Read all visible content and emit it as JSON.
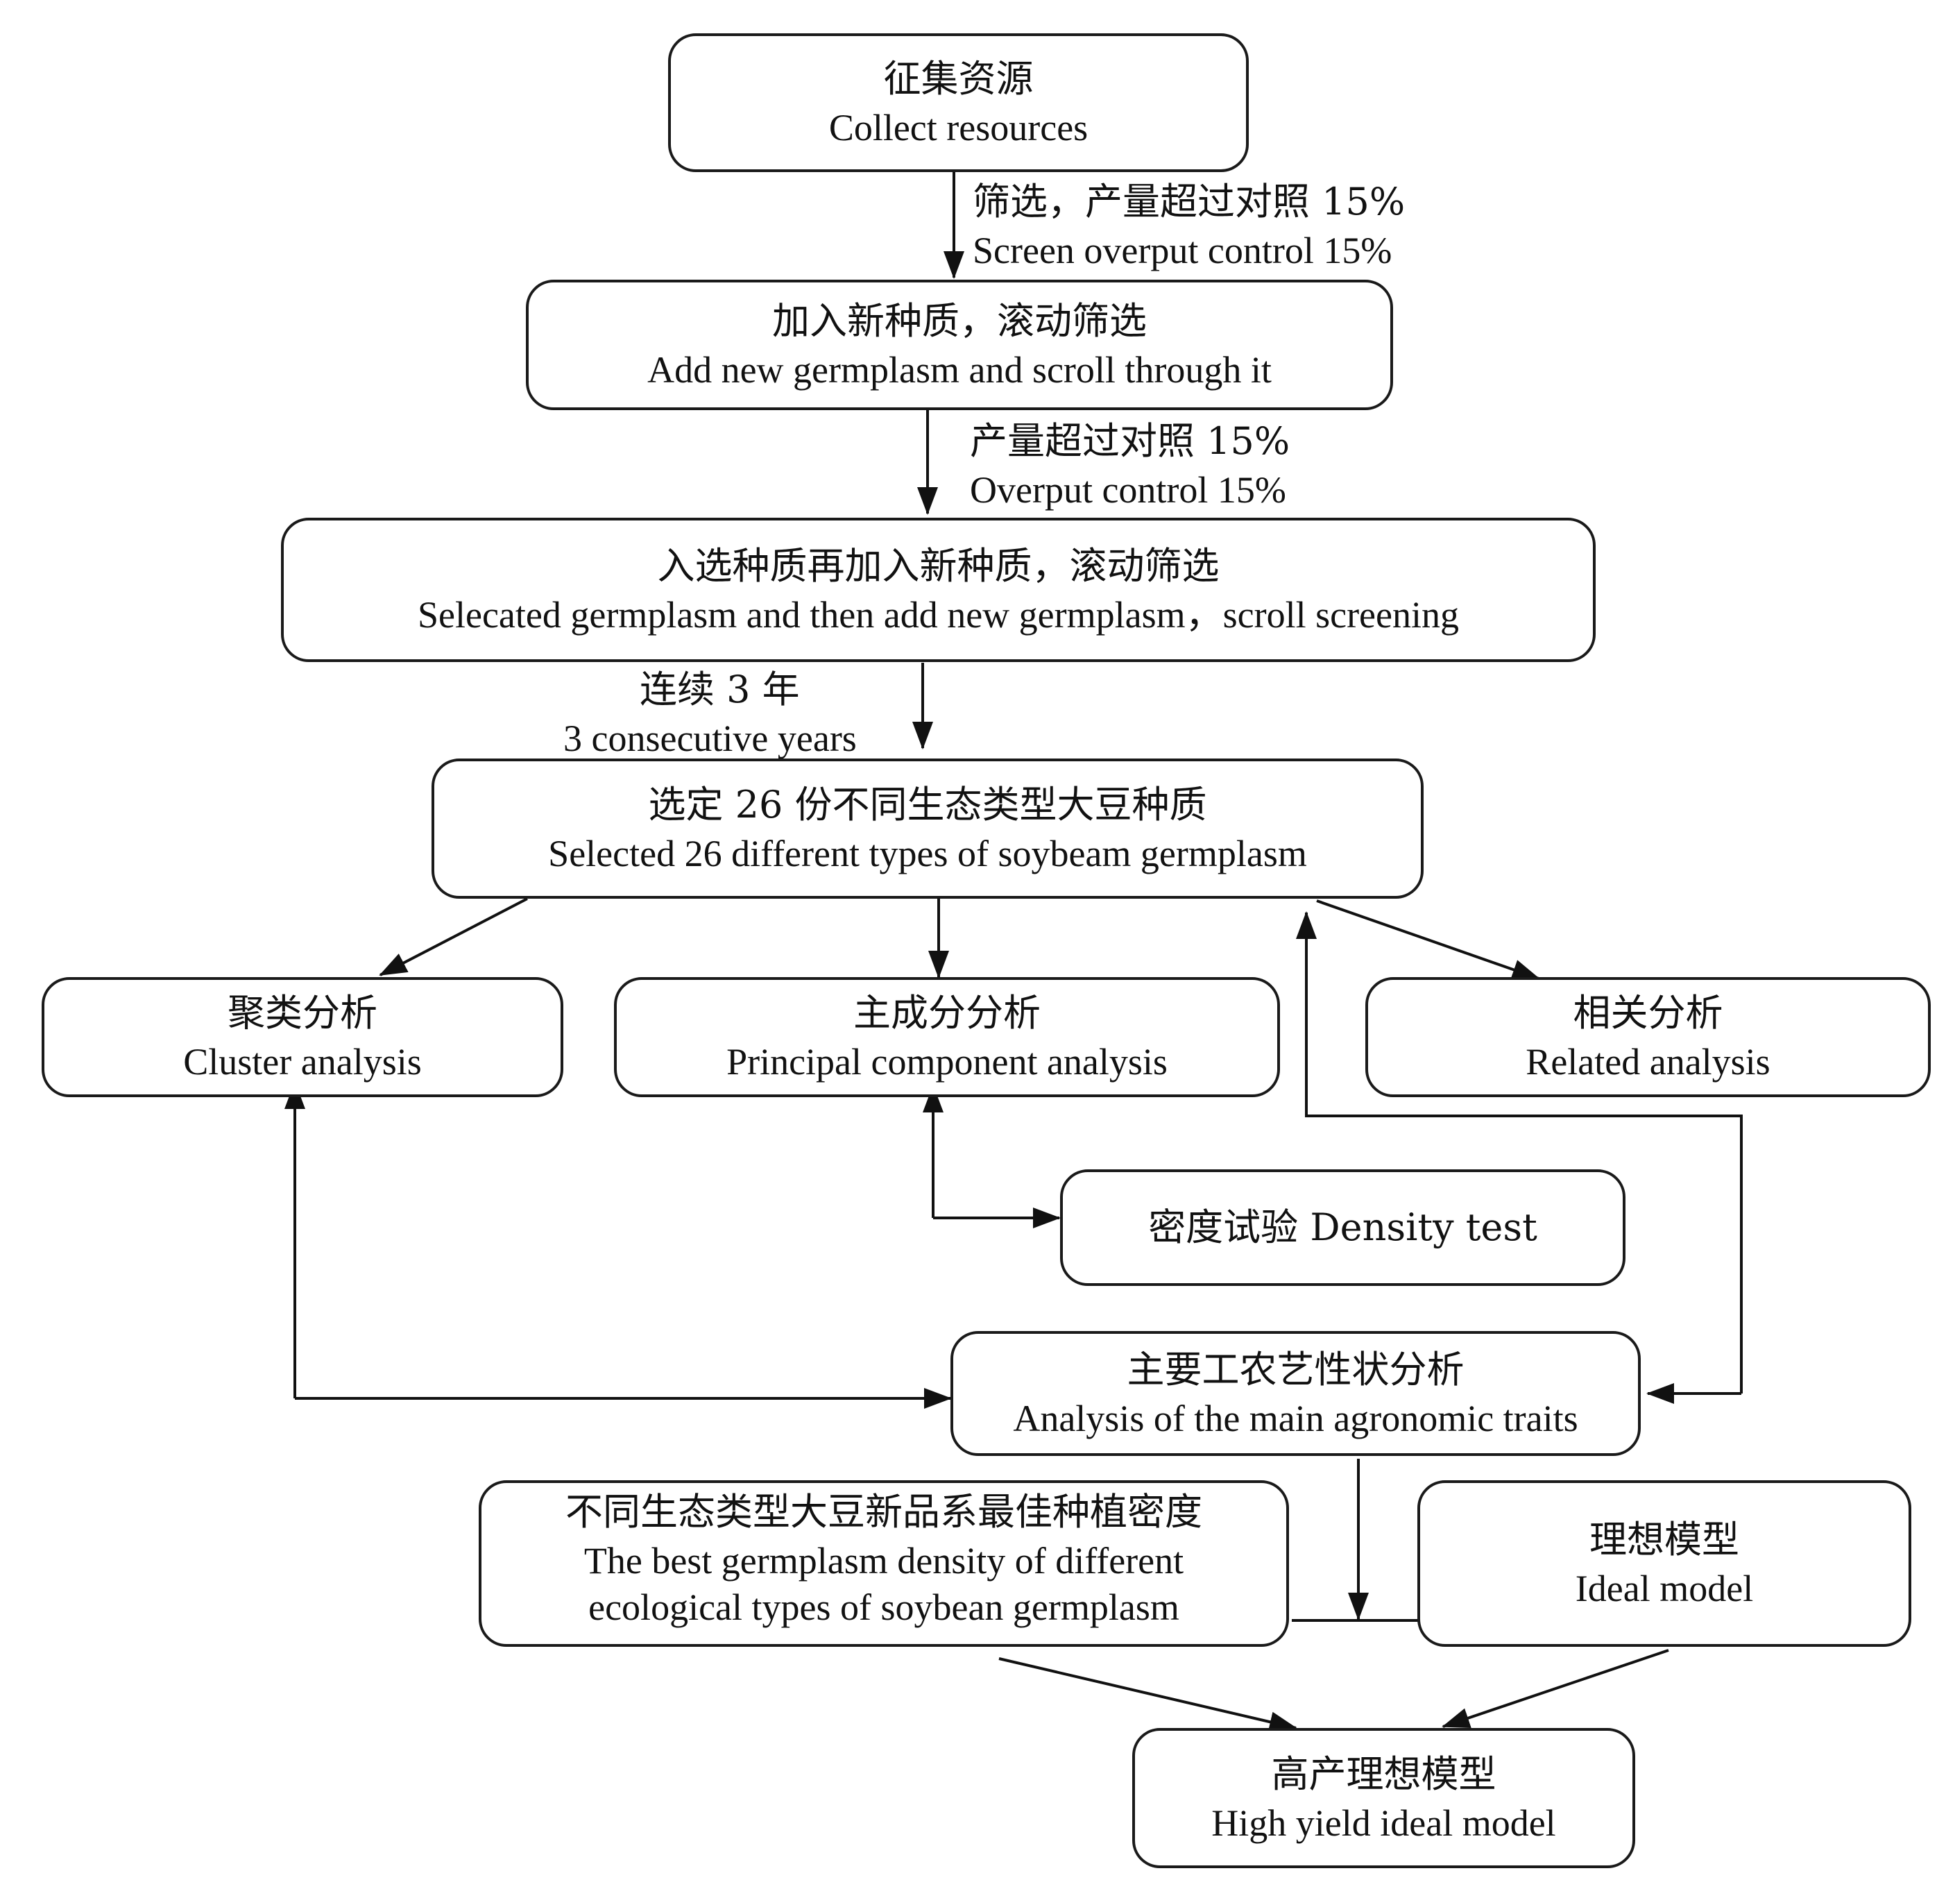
{
  "nodes": {
    "collect": {
      "zh": "征集资源",
      "en": "Collect resources"
    },
    "add_new": {
      "zh": "加入新种质，滚动筛选",
      "en": "Add new germplasm and scroll through it"
    },
    "selected_add": {
      "zh": "入选种质再加入新种质，滚动筛选",
      "en": "Selecated germplasm and then add new germplasm，scroll screening"
    },
    "selected26": {
      "zh": "选定 26 份不同生态类型大豆种质",
      "en": "Selected 26 different types of soybeam germplasm"
    },
    "cluster": {
      "zh": "聚类分析",
      "en": "Cluster analysis"
    },
    "pca": {
      "zh": "主成分分析",
      "en": "Principal component analysis"
    },
    "related": {
      "zh": "相关分析",
      "en": "Related analysis"
    },
    "density_test": {
      "text": "密度试验 Density test"
    },
    "traits": {
      "zh": "主要工农艺性状分析",
      "en": "Analysis of the main agronomic traits"
    },
    "best_density": {
      "zh": "不同生态类型大豆新品系最佳种植密度",
      "en1": "The best germplasm density of different",
      "en2": "ecological types of soybean germplasm"
    },
    "ideal": {
      "zh": "理想模型",
      "en": "Ideal model"
    },
    "high_yield": {
      "zh": "高产理想模型",
      "en": "High yield ideal model"
    }
  },
  "edge_labels": {
    "e1": {
      "zh": "筛选，产量超过对照 15%",
      "en": "Screen overput control 15%"
    },
    "e2": {
      "zh": "产量超过对照 15%",
      "en": "Overput control 15%"
    },
    "e3": {
      "zh": "连续 3 年",
      "en": "3 consecutive years"
    }
  }
}
